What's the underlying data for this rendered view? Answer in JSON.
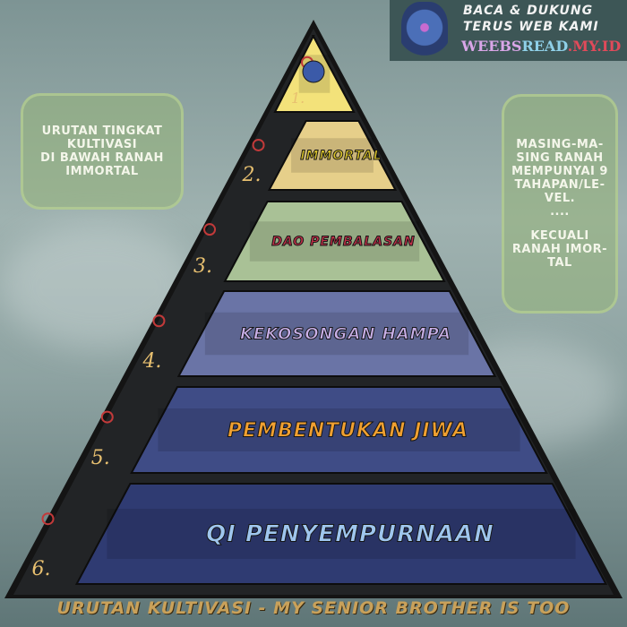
{
  "banner": {
    "line1": "BACA & DUKUNG",
    "line2": "TERUS WEB KAMI",
    "brand_part1": "WEEBS",
    "brand_part2": "READ",
    "brand_part3": ".MY.ID"
  },
  "left_note": [
    "URUTAN TINGKAT",
    "KULTIVASI",
    "DI BAWAH RANAH",
    "IMMORTAL"
  ],
  "right_note": [
    "MASING-MA-",
    "SING RANAH",
    "MEMPUNYAI 9",
    "TAHAPAN/LE-",
    "VEL.",
    "....",
    "",
    "KECUALI",
    "RANAH IMOR-",
    "TAL"
  ],
  "tiers": [
    {
      "number": "1.",
      "label": "",
      "color": "#f3e27a",
      "text_color": "#3a3a20"
    },
    {
      "number": "2.",
      "label": "IMMORTAL",
      "color": "#e6cf8a",
      "text_color": "#d8c22a"
    },
    {
      "number": "3.",
      "label": "DAO PEMBALASAN",
      "color": "#a9c196",
      "text_color": "#c03048"
    },
    {
      "number": "4.",
      "label": "KEKOSONGAN HAMPA",
      "color": "#6a74a6",
      "text_color": "#c9b0e8"
    },
    {
      "number": "5.",
      "label": "PEMBENTUKAN JIWA",
      "color": "#3f4c86",
      "text_color": "#f0a030"
    },
    {
      "number": "6.",
      "label": "QI PENYEMPURNAAN",
      "color": "#2f3b72",
      "text_color": "#9fc6ee"
    }
  ],
  "footer": "URUTAN KULTIVASI - MY SENIOR BROTHER IS TOO"
}
